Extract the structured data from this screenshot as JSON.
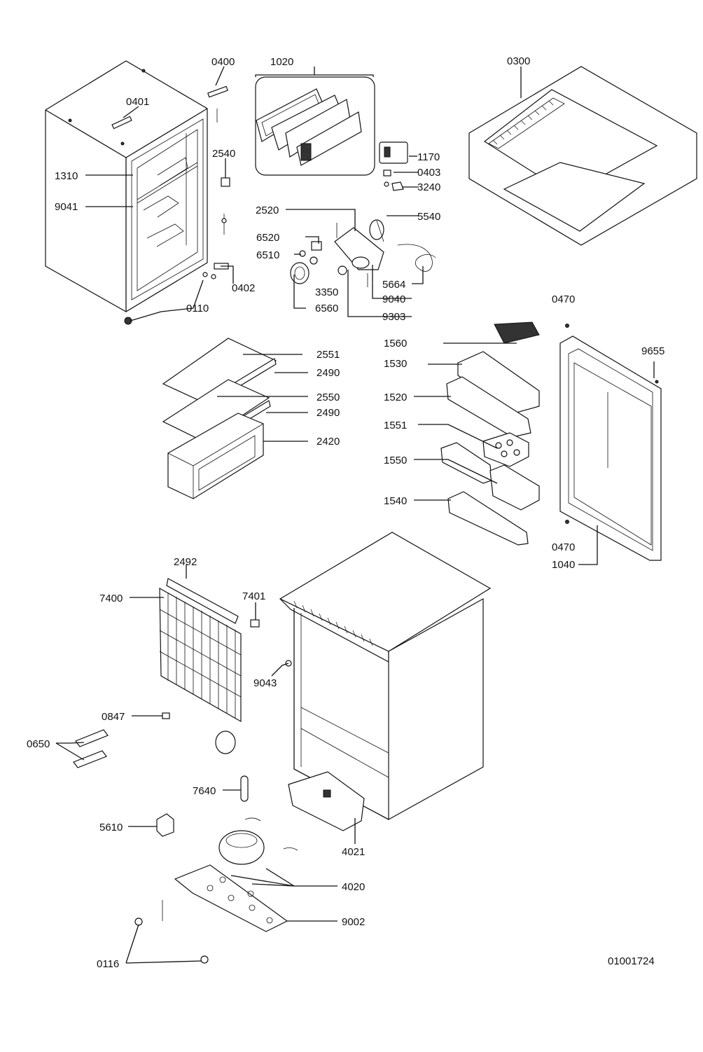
{
  "drawing_number": "01001724",
  "labels": {
    "l0400": "0400",
    "l1020": "1020",
    "l0300": "0300",
    "l0401": "0401",
    "l2540": "2540",
    "l1310": "1310",
    "l9041": "9041",
    "l1170": "1170",
    "l0403": "0403",
    "l3240": "3240",
    "l2520": "2520",
    "l5540": "5540",
    "l6520": "6520",
    "l6510": "6510",
    "l0402": "0402",
    "l3350": "3350",
    "l5664": "5664",
    "l9040": "9040",
    "l0110": "0110",
    "l6560": "6560",
    "l9303": "9303",
    "l0470a": "0470",
    "l1560": "1560",
    "l2551": "2551",
    "l9655": "9655",
    "l2490a": "2490",
    "l1530": "1530",
    "l2550": "2550",
    "l1520": "1520",
    "l2490b": "2490",
    "l1551": "1551",
    "l2420": "2420",
    "l1550": "1550",
    "l1540": "1540",
    "l0470b": "0470",
    "l1040": "1040",
    "l2492": "2492",
    "l7400": "7400",
    "l7401": "7401",
    "l9043": "9043",
    "l0847": "0847",
    "l0650": "0650",
    "l7640": "7640",
    "l5610": "5610",
    "l4021": "4021",
    "l4020": "4020",
    "l9002": "9002",
    "l0116": "0116"
  }
}
